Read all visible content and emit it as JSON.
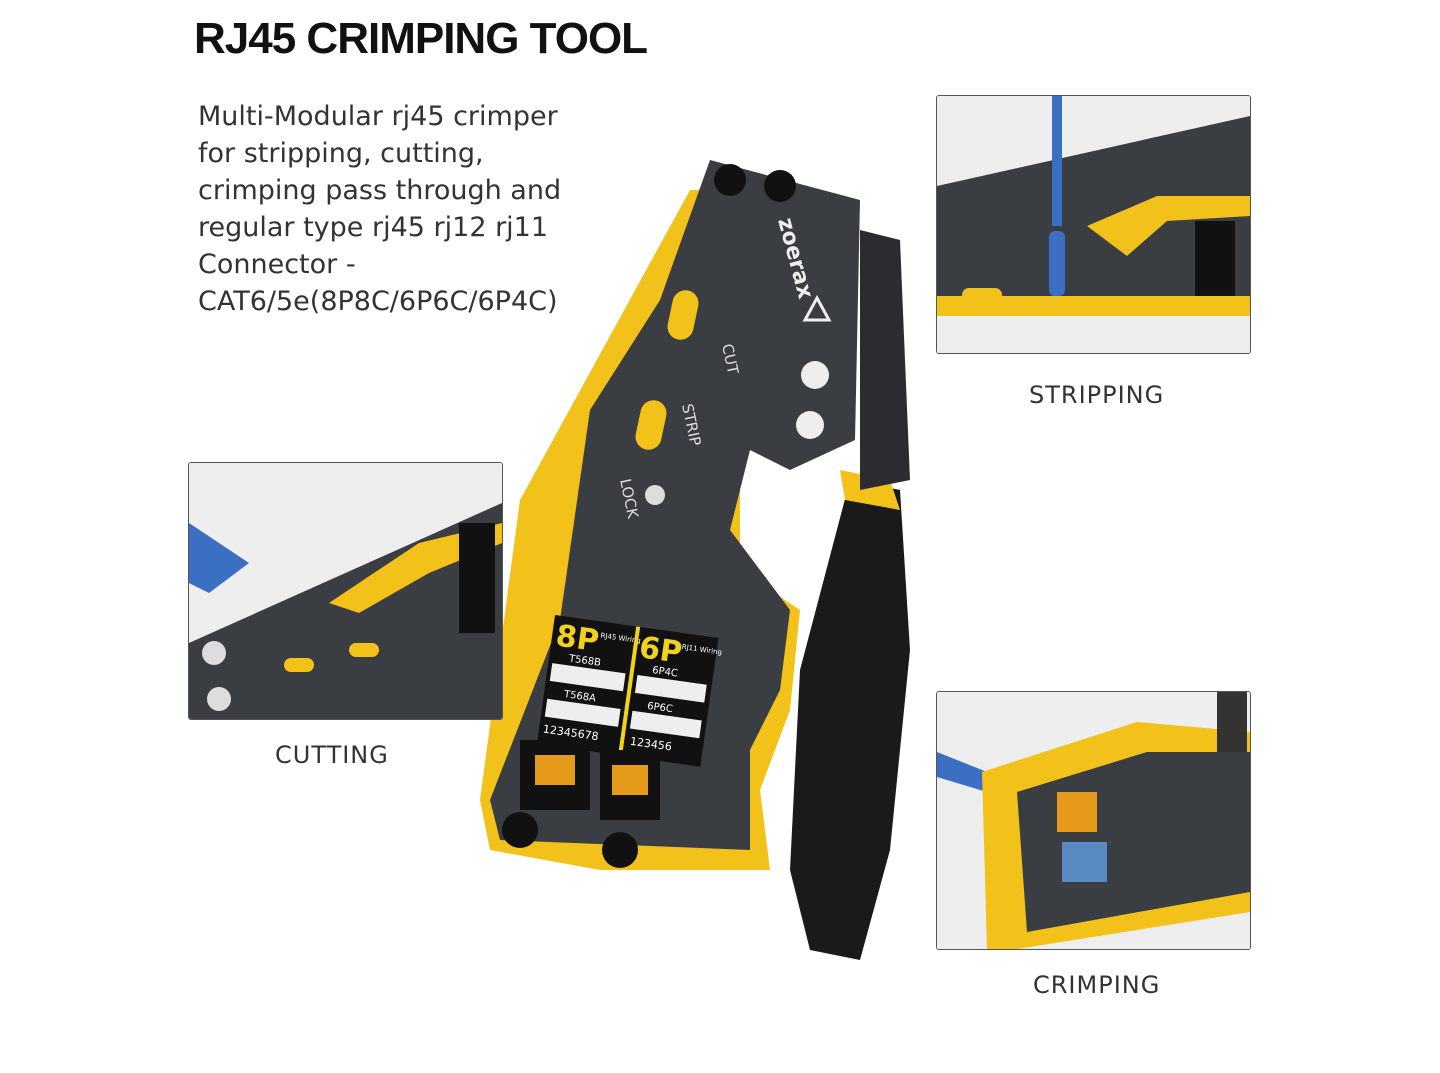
{
  "header": {
    "title": "RJ45 CRIMPING TOOL"
  },
  "description": {
    "lines": [
      "Multi-Modular rj45 crimper",
      "for stripping, cutting,",
      "crimping pass through and",
      "regular type rj45 rj12 rj11",
      "Connector -",
      "CAT6/5e(8P8C/6P6C/6P4C)"
    ]
  },
  "tool": {
    "brand": "zoerax",
    "labels": {
      "cut": "CUT",
      "strip": "STRIP",
      "lock": "LOCK",
      "p8": "8P",
      "p6": "6P",
      "rj45": "RJ45 Wiring",
      "rj11": "RJ11 Wiring",
      "t568b": "T568B",
      "t568a": "T568A",
      "c6p4c": "6P4C",
      "c6p6c": "6P6C",
      "pins8": "12345678",
      "pins6": "123456"
    }
  },
  "panels": [
    {
      "caption": "STRIPPING"
    },
    {
      "caption": "CUTTING"
    },
    {
      "caption": "CRIMPING"
    }
  ],
  "colors": {
    "yellow": "#f2c21a",
    "black": "#1a1a1a",
    "steel": "#3a3d42",
    "blue": "#3b6fc4"
  }
}
